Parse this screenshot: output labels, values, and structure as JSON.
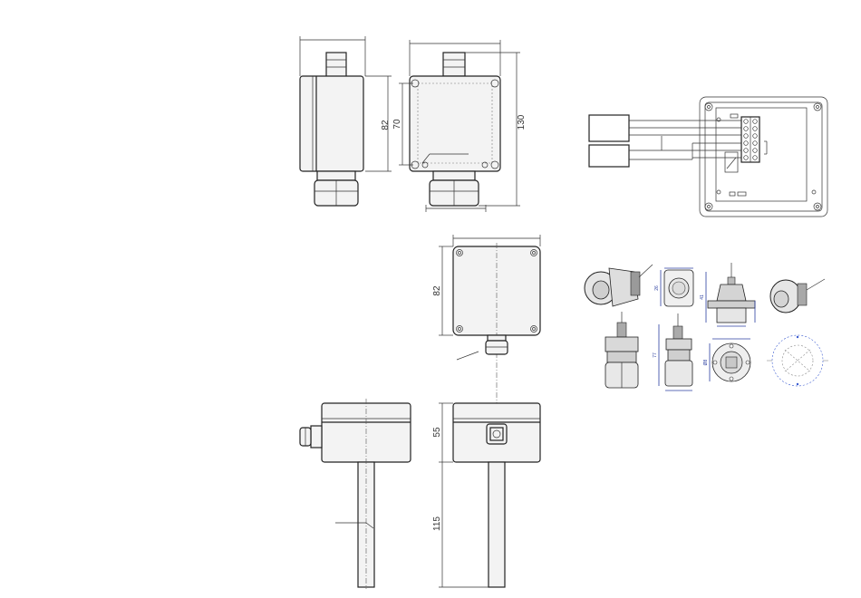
{
  "dimensions": {
    "top_side_height": "82",
    "top_front_inner": "70",
    "top_front_overall": "130",
    "mid_front_height": "82",
    "bottom_box_height": "55",
    "bottom_probe_length": "115"
  },
  "gland_dimensions": {
    "d1": "26",
    "d2": "41",
    "d3": "77",
    "d4": "Ø8"
  }
}
